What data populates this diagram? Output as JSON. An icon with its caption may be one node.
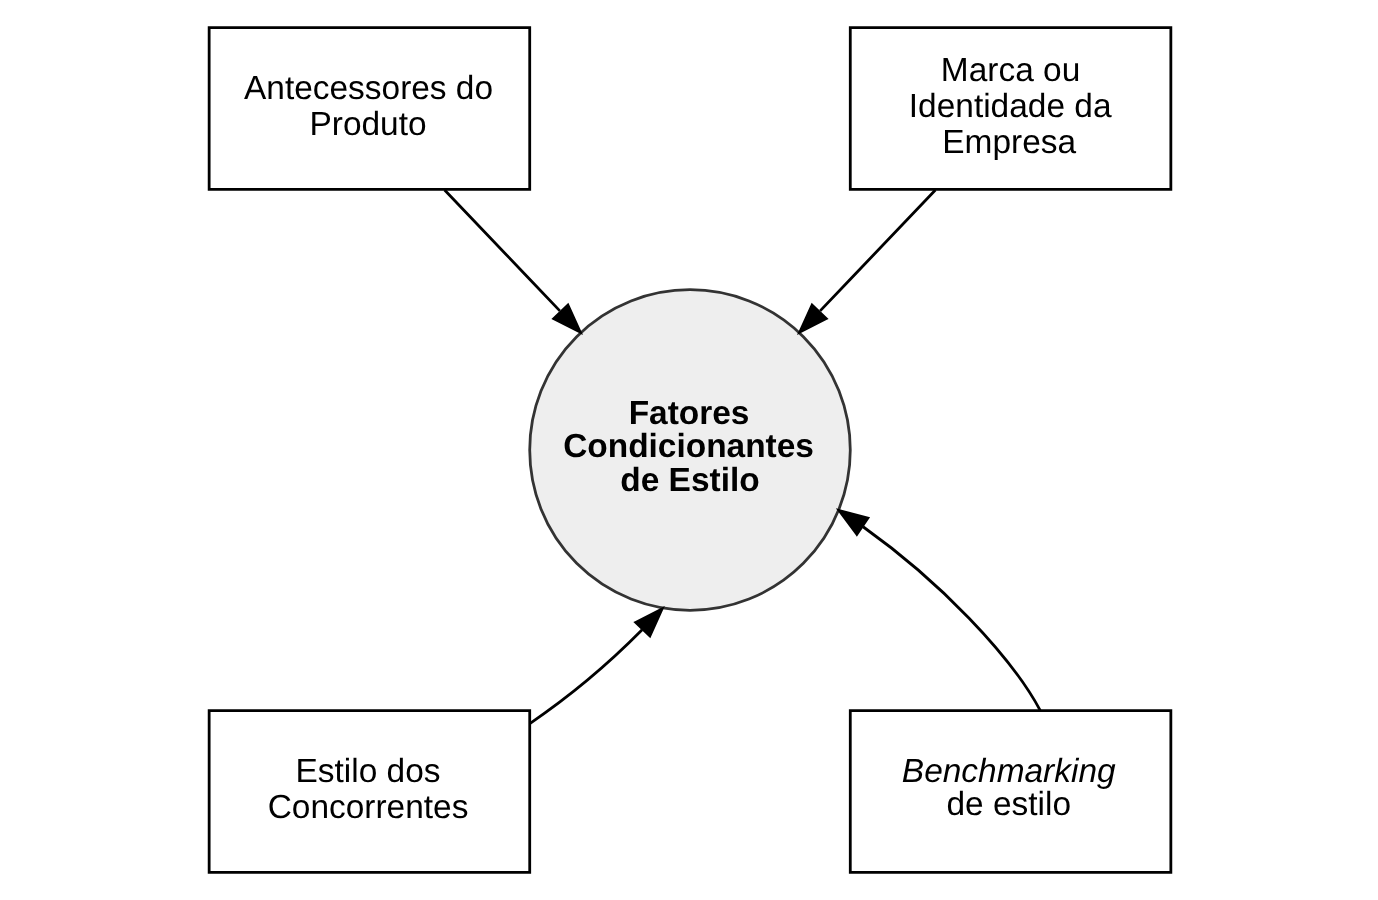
{
  "diagram": {
    "nodes": [
      {
        "text": [
          "Antecessores do Produto"
        ]
      },
      {
        "text": [
          "Marca ou Identidade da Empresa"
        ]
      },
      {
        "text": [
          "Fatores Condicionantes de Estilo"
        ]
      },
      {
        "text": [
          "Estilo dos Concorrentes"
        ]
      },
      {
        "text": [
          "*Benchmarking* de estilo"
        ]
      }
    ],
    "edges": [
      {
        "from": 0,
        "to": 2,
        "arrow": "to"
      },
      {
        "from": 1,
        "to": 2,
        "arrow": "to"
      },
      {
        "from": 3,
        "to": 2,
        "arrow": "to"
      },
      {
        "from": 4,
        "to": 2,
        "arrow": "to"
      }
    ]
  }
}
